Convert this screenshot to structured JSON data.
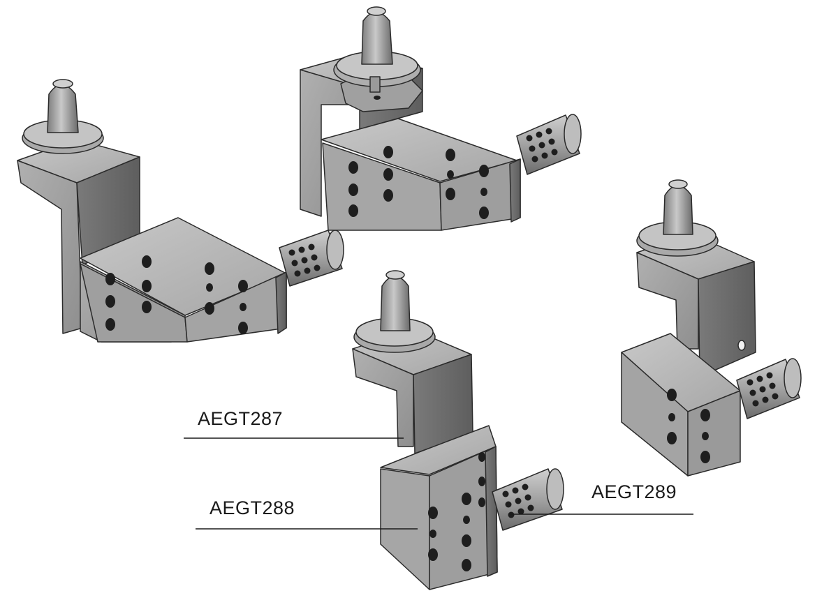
{
  "figure": {
    "callouts": [
      {
        "id": "aegt287",
        "label": "AEGT287"
      },
      {
        "id": "aegt288",
        "label": "AEGT288"
      },
      {
        "id": "aegt289",
        "label": "AEGT289"
      }
    ],
    "colors": {
      "background": "#ffffff",
      "metal_light": "#b4b4b4",
      "metal_mid": "#9a9a9a",
      "metal_dark": "#6e6e6e",
      "hole": "#1e1e1e",
      "edge": "#2b2b2b"
    },
    "components": [
      {
        "id": "bracket-top-left",
        "name": "locating-pin-bracket"
      },
      {
        "id": "bracket-top-center",
        "name": "locating-pin-bracket"
      },
      {
        "id": "bracket-right",
        "name": "locating-pin-bracket"
      },
      {
        "id": "bracket-bottom-center",
        "name": "locating-pin-bracket"
      }
    ]
  }
}
